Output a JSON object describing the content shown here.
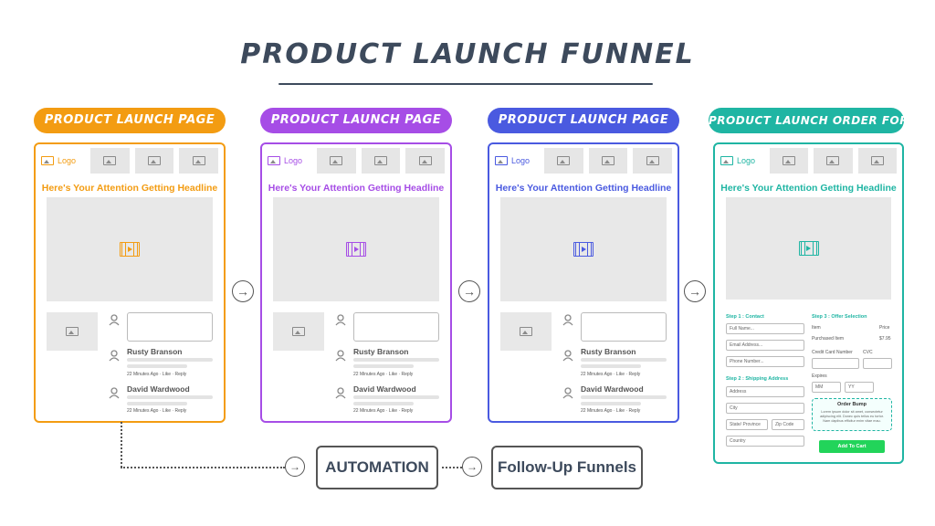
{
  "title": "PRODUCT LAUNCH FUNNEL",
  "stages": [
    {
      "label": "PRODUCT LAUNCH PAGE",
      "color": "#f39c12"
    },
    {
      "label": "PRODUCT LAUNCH PAGE",
      "color": "#a64de6"
    },
    {
      "label": "PRODUCT LAUNCH PAGE",
      "color": "#4a5ae0"
    },
    {
      "label": "PRODUCT LAUNCH ORDER FORM",
      "color": "#1fb5a3"
    }
  ],
  "page": {
    "logo": "Logo",
    "headline": "Here's Your Attention Getting Headline",
    "comments": [
      {
        "name": "Rusty Branson",
        "meta": "22 Minutes Ago · Like · Reply"
      },
      {
        "name": "David Wardwood",
        "meta": "22 Minutes Ago · Like · Reply"
      }
    ]
  },
  "order_form": {
    "step1": "Step 1 : Contact",
    "full_name": "Full Name...",
    "email": "Email Address...",
    "phone": "Phone Number...",
    "step2": "Step 2 : Shipping Address",
    "address": "Address",
    "city": "City",
    "state": "State/ Province",
    "zip": "Zip Code",
    "country": "Country",
    "step3": "Step 3 : Offer Selection",
    "item": "Item",
    "price": "Price",
    "purchased_item": "Purchased Item",
    "purchased_price": "$7.95",
    "card_number": "Credit Card Number",
    "cvc": "CVC",
    "expires": "Expires",
    "mm": "MM",
    "yy": "YY",
    "bump_title": "Order Bump",
    "bump_text": "Lorem ipsum dolor sit amet, consectetur adipiscing elit. Donec quis tellus eu tortor. Nam dapibus efficitur enim vitae mau.",
    "cart_button": "Add To Cart"
  },
  "flow": {
    "automation": "AUTOMATION",
    "followup": "Follow-Up Funnels"
  }
}
